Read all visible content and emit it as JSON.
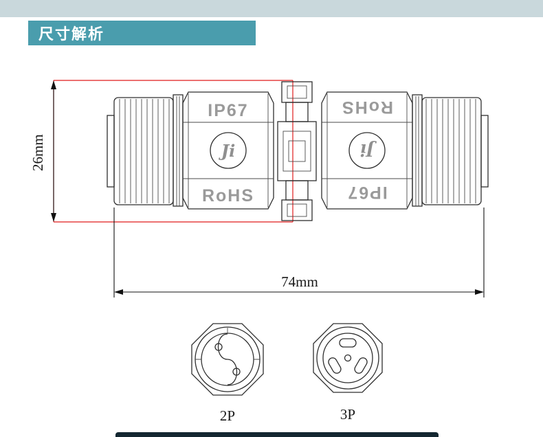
{
  "header": {
    "title": "尺寸解析"
  },
  "diagram": {
    "height_dimension": "26mm",
    "width_dimension": "74mm",
    "left_half": {
      "top_marking": "IP67",
      "bottom_marking": "RoHS",
      "logo_text": "Ji"
    },
    "right_half": {
      "top_marking": "RoHS",
      "bottom_marking": "IP67",
      "logo_text": "Ji"
    },
    "cross_sections": [
      {
        "label": "2P"
      },
      {
        "label": "3P"
      }
    ]
  },
  "colors": {
    "header_background": "#4a9dad",
    "top_strip": "#c9d8dc",
    "drawing_line": "#2e2e2e",
    "molded_text_gray": "#9a9a9a",
    "dimension_highlight_red": "#e01b1b",
    "bottom_bar": "#142731"
  }
}
